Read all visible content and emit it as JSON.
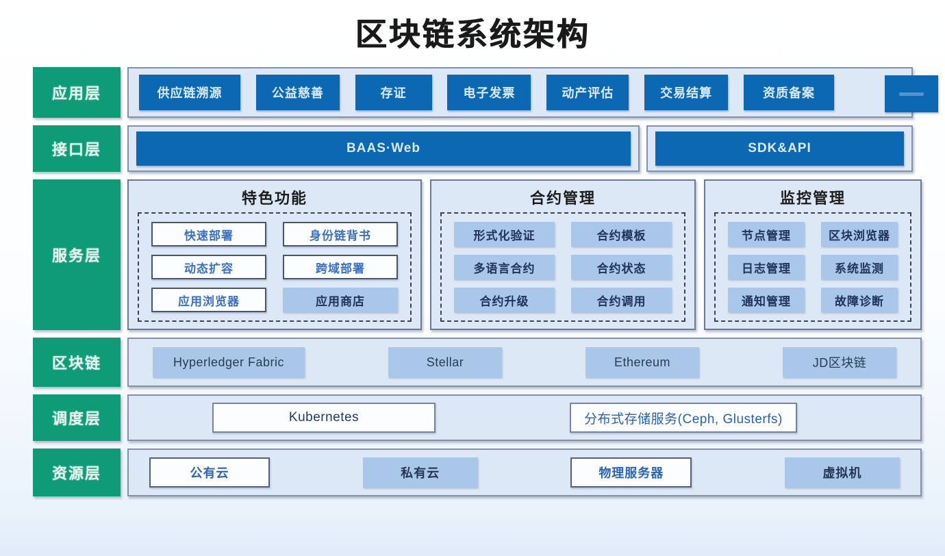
{
  "title": "区块链系统架构",
  "palette": {
    "layer_label_green": "#0e9b77",
    "primary_blue": "#0d68b4",
    "row_background": "#dde8f6",
    "steel_box_blue": "#a9c7e8",
    "outline_box_text_blue": "#3a70c4"
  },
  "app_layer": {
    "label": "应用层",
    "items": [
      "供应链溯源",
      "公益慈善",
      "存证",
      "电子发票",
      "动产评估",
      "交易结算",
      "资质备案"
    ],
    "partial_item": ""
  },
  "interface_layer": {
    "label": "接口层",
    "items": [
      "BAAS·Web",
      "SDK&API"
    ]
  },
  "service_layer": {
    "label": "服务层",
    "panels": [
      {
        "title": "特色功能",
        "items": [
          "快速部署",
          "身份链背书",
          "动态扩容",
          "跨域部署",
          "应用浏览器",
          "应用商店"
        ]
      },
      {
        "title": "合约管理",
        "items": [
          "形式化验证",
          "合约模板",
          "多语言合约",
          "合约状态",
          "合约升级",
          "合约调用"
        ]
      },
      {
        "title": "监控管理",
        "items": [
          "节点管理",
          "区块浏览器",
          "日志管理",
          "系统监测",
          "通知管理",
          "故障诊断"
        ]
      }
    ]
  },
  "blockchain_layer": {
    "label": "区块链",
    "items": [
      "Hyperledger Fabric",
      "Stellar",
      "Ethereum",
      "JD区块链"
    ]
  },
  "scheduling_layer": {
    "label": "调度层",
    "items": [
      "Kubernetes",
      "分布式存储服务(Ceph, Glusterfs)"
    ]
  },
  "resource_layer": {
    "label": "资源层",
    "items": [
      "公有云",
      "私有云",
      "物理服务器",
      "虚拟机"
    ]
  }
}
